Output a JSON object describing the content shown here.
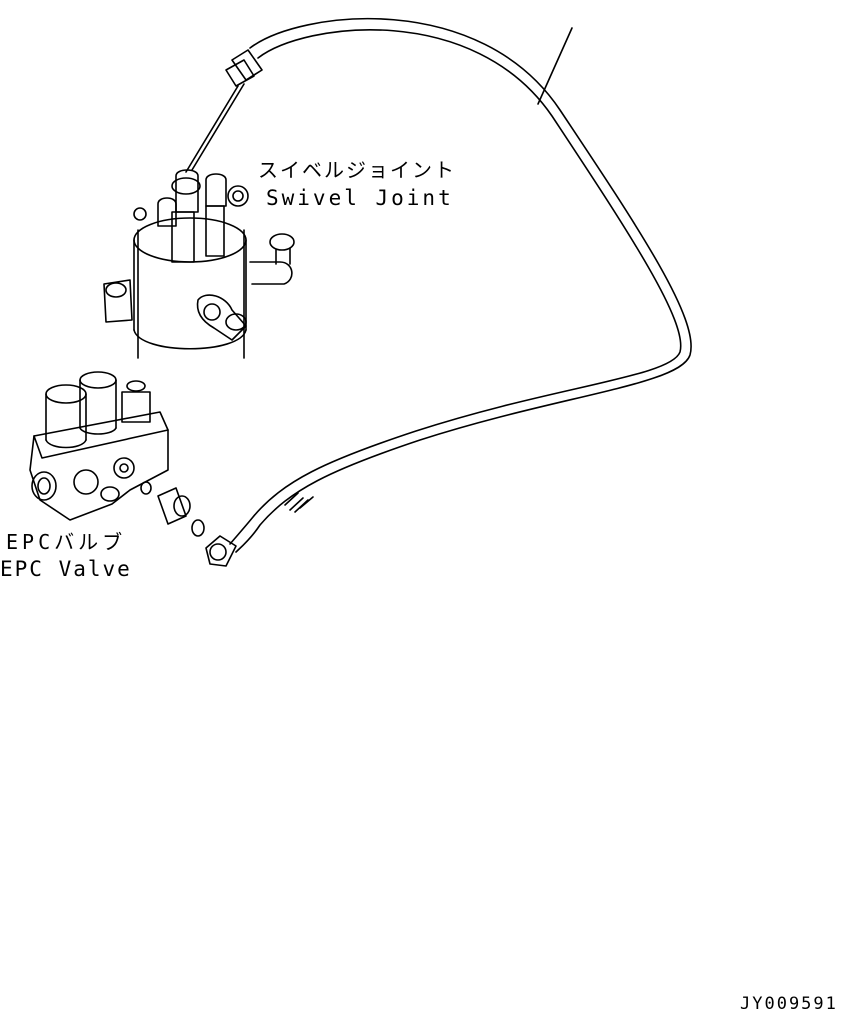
{
  "labels": {
    "swivel_joint_jp": "スイベルジョイント",
    "swivel_joint_en": "Swivel Joint",
    "epc_valve_jp": "EPCバルブ",
    "epc_valve_en": "EPC Valve"
  },
  "figure_code": "JY009591",
  "colors": {
    "line": "#000000",
    "background": "#ffffff"
  }
}
